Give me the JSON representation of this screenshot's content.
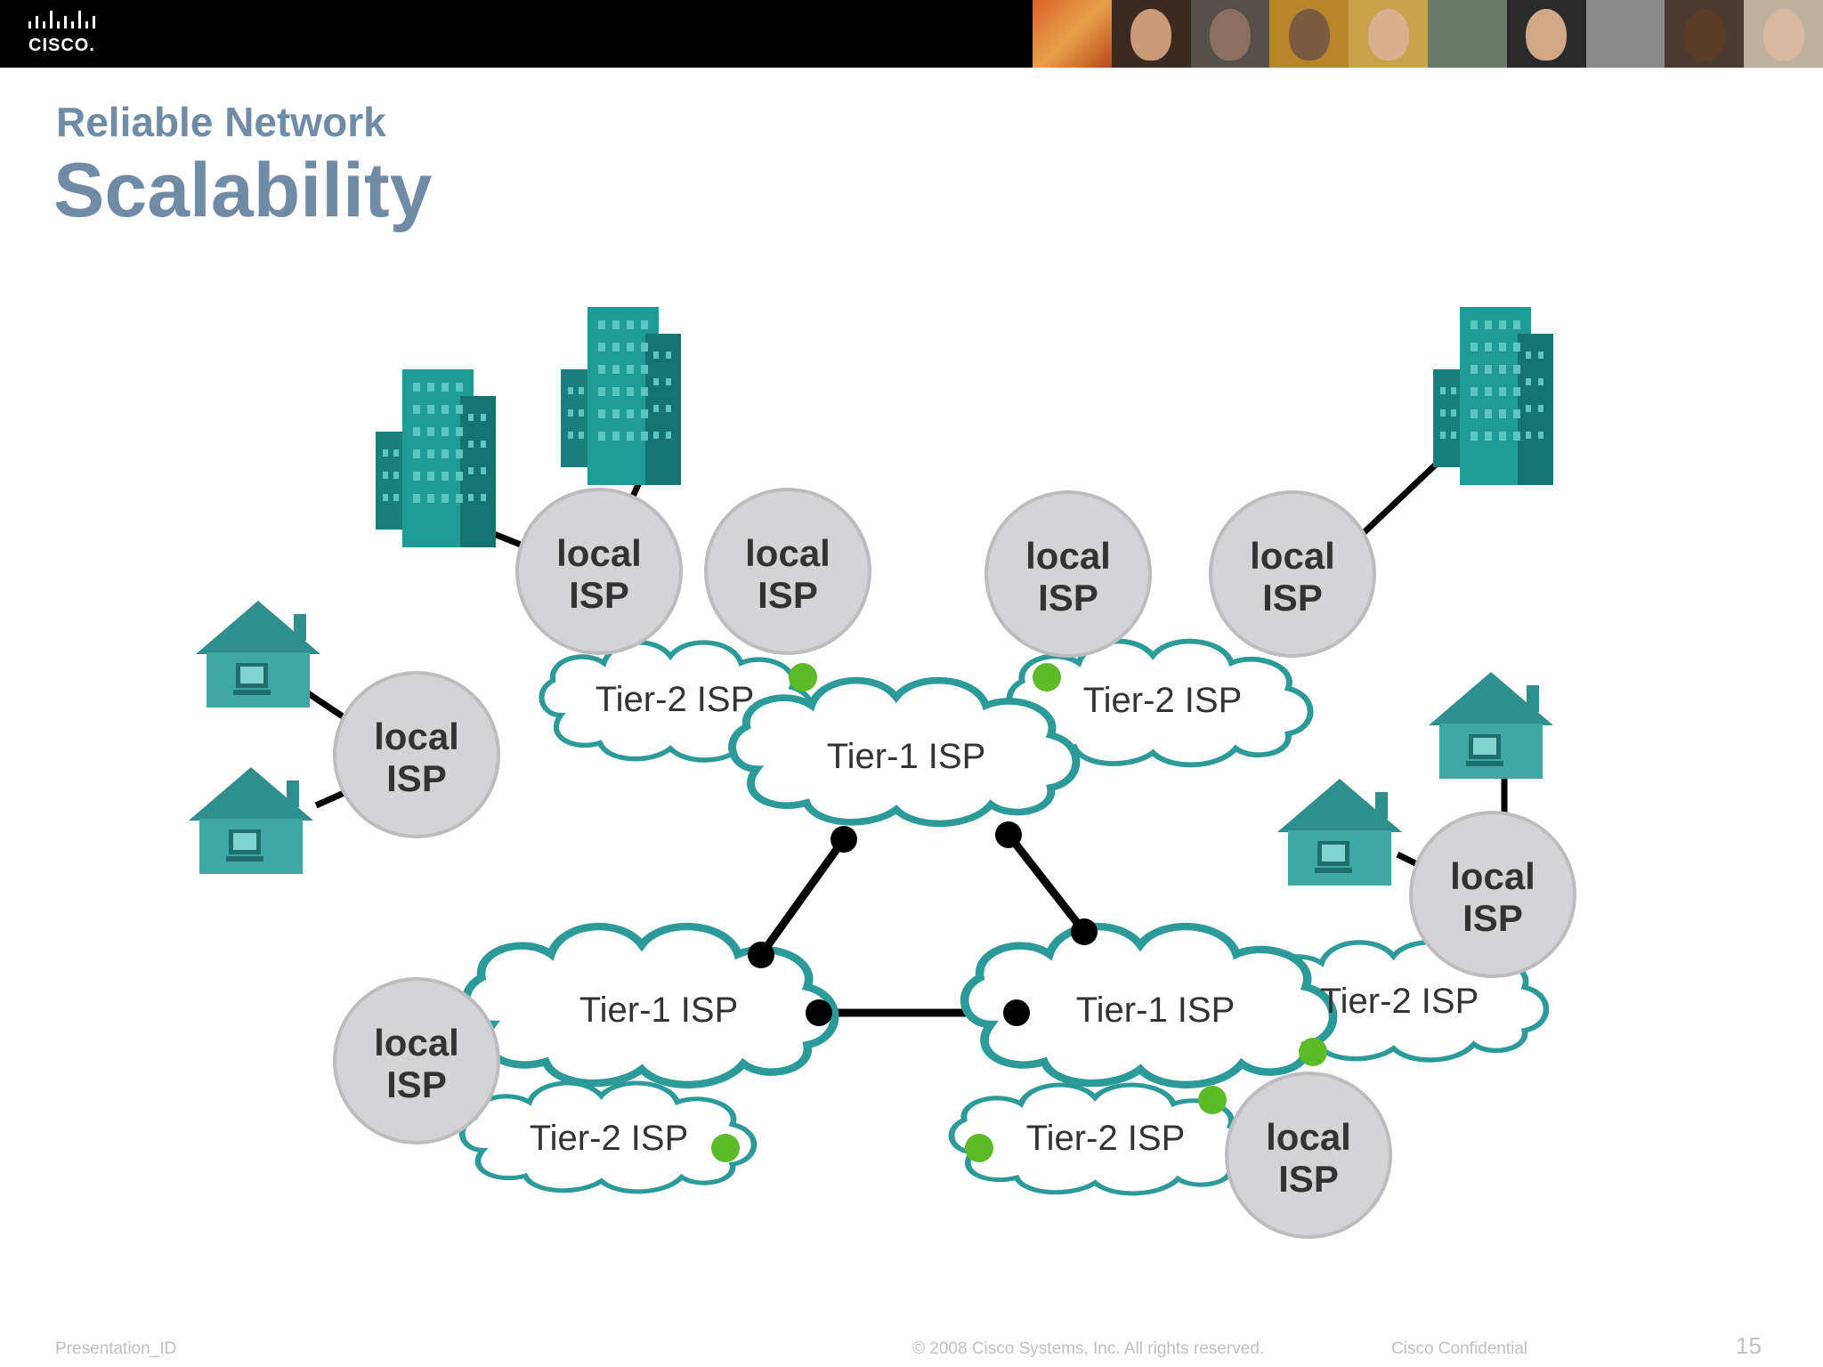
{
  "header": {
    "logo_text": "CISCO.",
    "subtitle": "Reliable Network",
    "title": "Scalability"
  },
  "diagram": {
    "tier1_label": "Tier-1 ISP",
    "tier2_label": "Tier-2 ISP",
    "local_isp_line1": "local",
    "local_isp_line2": "ISP"
  },
  "colors": {
    "accent": "#6f8ba5",
    "cloud_stroke": "#2b9a98",
    "building": "#1f9a95",
    "house": "#3fa8a6",
    "connector": "#5dbb2a",
    "isp_circle": "#d4d4d6"
  },
  "footer": {
    "presentation_id": "Presentation_ID",
    "copyright": "© 2008 Cisco Systems, Inc. All rights reserved.",
    "confidential": "Cisco Confidential",
    "page_number": "15"
  }
}
